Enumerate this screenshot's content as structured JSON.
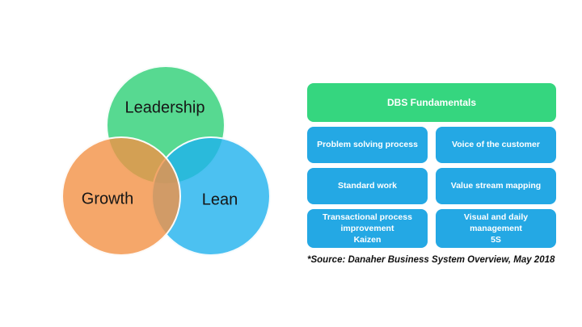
{
  "slide": {
    "background": "#ffffff"
  },
  "venn": {
    "circles": [
      {
        "id": "leadership",
        "label": "Leadership",
        "color": "rgba(45, 208, 118, 0.8)"
      },
      {
        "id": "growth",
        "label": "Growth",
        "color": "rgba(243, 145, 69, 0.8)"
      },
      {
        "id": "lean",
        "label": "Lean",
        "color": "rgba(31, 178, 238, 0.8)"
      }
    ],
    "label_color": "#161616"
  },
  "panel": {
    "header": {
      "label": "DBS Fundamentals",
      "color": "#35d67f"
    },
    "box_color": "#24a8e4",
    "text_color": "#ffffff",
    "rows": [
      [
        "Problem solving process",
        "Voice of the customer"
      ],
      [
        "Standard work",
        "Value stream mapping"
      ],
      [
        "Transactional process\nimprovement\nKaizen",
        "Visual and daily\nmanagement\n5S"
      ]
    ],
    "source_note": "*Source: Danaher Business System Overview, May 2018"
  }
}
